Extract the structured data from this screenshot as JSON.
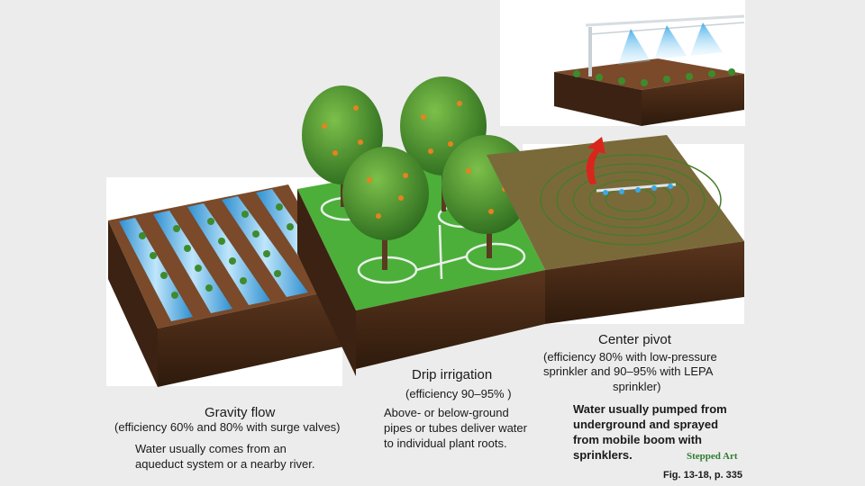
{
  "labels": {
    "gravity": {
      "title": "Gravity flow",
      "efficiency": "(efficiency 60% and 80% with surge valves)",
      "desc_line1": "Water usually comes from an",
      "desc_line2": "aqueduct system or a nearby river."
    },
    "drip": {
      "title": "Drip irrigation",
      "efficiency": "(efficiency 90–95% )",
      "desc_line1": "Above- or below-ground",
      "desc_line2": "pipes or tubes deliver water",
      "desc_line3": "to individual plant roots."
    },
    "pivot": {
      "title": "Center pivot",
      "efficiency_line1": "(efficiency 80% with low-pressure",
      "efficiency_line2": "sprinkler and 90–95% with LEPA",
      "efficiency_line3": "sprinkler)",
      "desc_line1": "Water usually pumped from",
      "desc_line2": "underground and sprayed",
      "desc_line3": "from mobile boom with",
      "desc_line4": "sprinklers."
    },
    "credit": "Stepped Art",
    "citation": "Fig. 13-18, p. 335"
  },
  "colors": {
    "soil_top": "#7a4a2a",
    "soil_side": "#4a2c18",
    "grass": "#4caf3a",
    "water": "#4fb3e8",
    "pivot_field": "#7a6a3a",
    "arrow": "#d9261c",
    "credit": "#2e7d32"
  },
  "icons": [
    "tree-icon",
    "crop-plant-icon",
    "sprinkler-boom-icon",
    "up-arrow-icon"
  ]
}
